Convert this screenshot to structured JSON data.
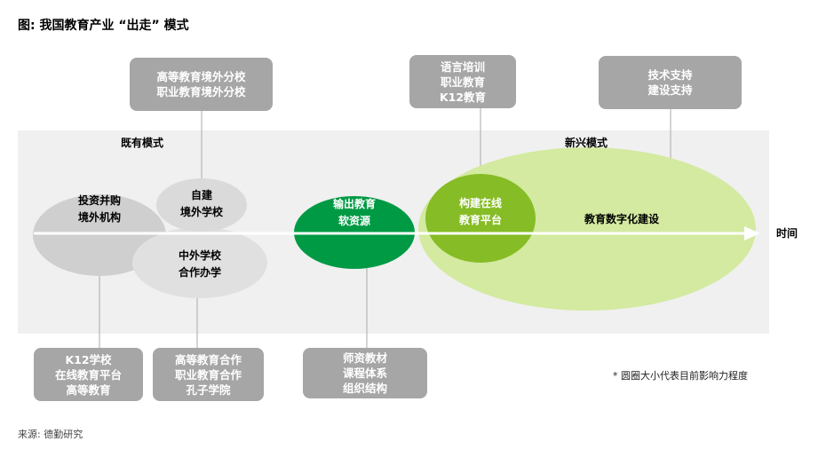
{
  "title": "图: 我国教育产业 “出走” 模式",
  "sections": {
    "existing": "既有模式",
    "emerging": "新兴模式",
    "axis": "时间"
  },
  "top_boxes": [
    {
      "lines": [
        "高等教育境外分校",
        "职业教育境外分校"
      ]
    },
    {
      "lines": [
        "语言培训",
        "职业教育",
        "K12教育"
      ]
    },
    {
      "lines": [
        "技术支持",
        "建设支持"
      ]
    }
  ],
  "bottom_boxes": [
    {
      "lines": [
        "K12学校",
        "在线教育平台",
        "高等教育"
      ]
    },
    {
      "lines": [
        "高等教育合作",
        "职业教育合作",
        "孔子学院"
      ]
    },
    {
      "lines": [
        "师资教材",
        "课程体系",
        "组织结构"
      ]
    }
  ],
  "circles": [
    {
      "lines": [
        "投资并购",
        "境外机构"
      ],
      "color": "#cfcfcf"
    },
    {
      "lines": [
        "自建",
        "境外学校"
      ],
      "color": "#dadada"
    },
    {
      "lines": [
        "中外学校",
        "合作办学"
      ],
      "color": "#e0e0e0"
    },
    {
      "lines": [
        "输出教育",
        "软资源"
      ],
      "color": "#009a44"
    },
    {
      "lines": [
        "构建在线",
        "教育平台"
      ],
      "color": "#86bc25"
    },
    {
      "lines": [
        "教育数字化建设"
      ],
      "color": "#d3eaa0"
    }
  ],
  "note": "* 圆圈大小代表目前影响力程度",
  "source": "来源: 德勤研究"
}
